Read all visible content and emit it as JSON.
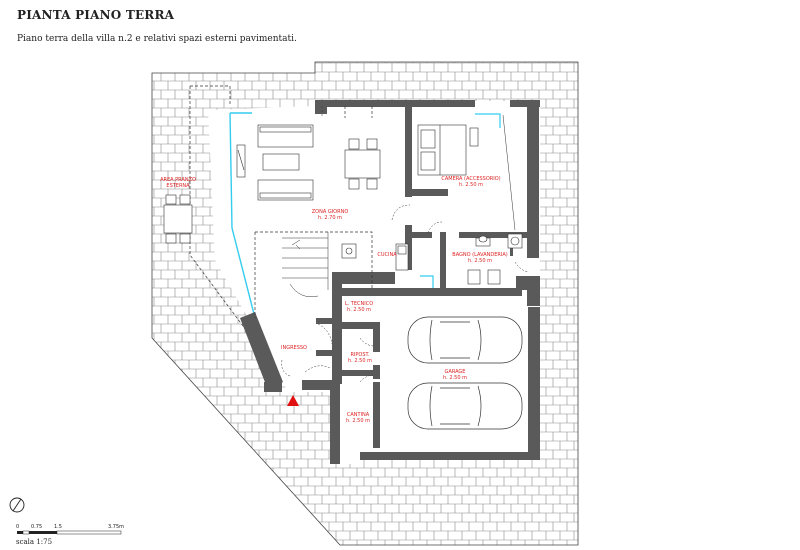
{
  "header": {
    "title": "PIANTA PIANO TERRA",
    "subtitle": "Piano terra della villa n.2 e relativi spazi esterni pavimentati."
  },
  "rooms": {
    "terrace": [
      "AREA PRANZO",
      "ESTERNA"
    ],
    "living": [
      "ZONA GIORNO",
      "h. 2.70 m"
    ],
    "kitchen": [
      "CUCINA"
    ],
    "bedroom": [
      "CAMERA (ACCESSORIO)",
      "h. 2.50 m"
    ],
    "laundry": [
      "BAGNO (LAVANDERIA)",
      "h. 2.50 m"
    ],
    "technical": [
      "L. TECNICO",
      "h. 2.50 m"
    ],
    "entrance": [
      "INGRESSO"
    ],
    "storage": [
      "RIPOST.",
      "h. 2.50 m"
    ],
    "garage": [
      "GARAGE",
      "h. 2.50 m"
    ],
    "cellar": [
      "CANTINA",
      "h. 2.50 m"
    ]
  },
  "scale_bar": {
    "ticks": [
      "0",
      "0.75",
      "1.5",
      "3.75m"
    ],
    "label": "scala 1:75"
  },
  "colors": {
    "wall": "#5a5a5a",
    "glass": "#33ccee",
    "label": "#dd2222",
    "entry_marker": "#e01010"
  }
}
